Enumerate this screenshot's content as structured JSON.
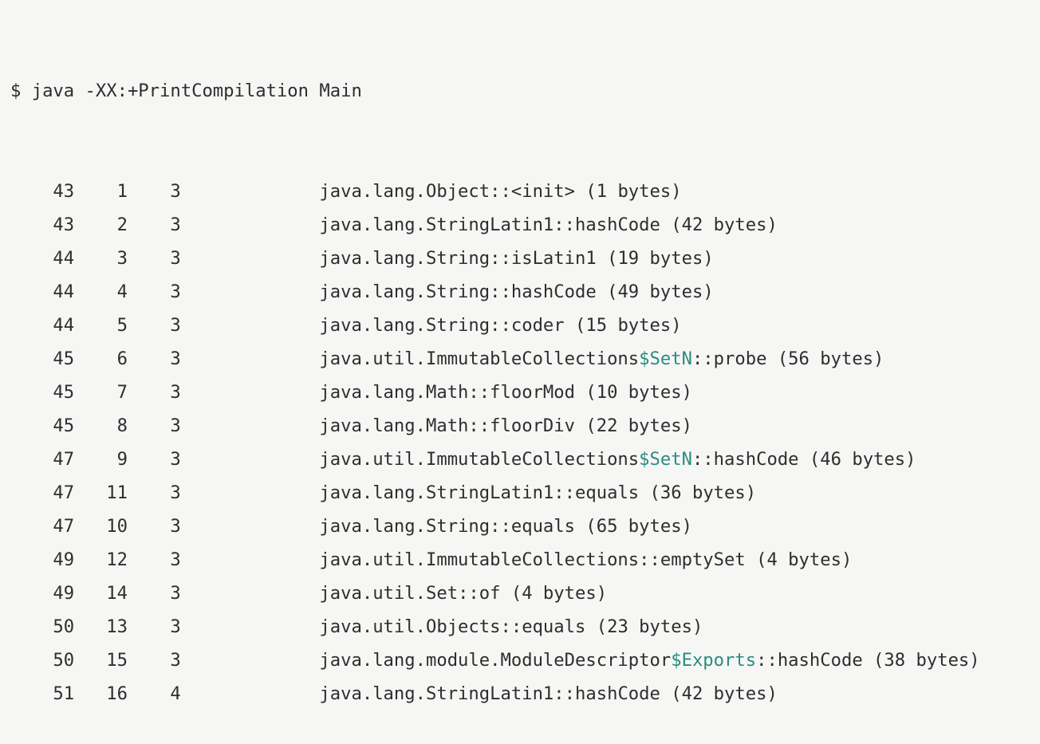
{
  "terminal": {
    "background_color": "#f6f6f5",
    "text_color": "#2e2e2e",
    "accent_color": "#2a8c80",
    "prompt_symbol": "$",
    "command": "java -XX:+PrintCompilation Main",
    "command_line": "$ java -XX:+PrintCompilation Main",
    "column_widths": {
      "timestamp": 6,
      "compile_id": 5,
      "tier": 5,
      "gap_before_method": 13
    },
    "rows": [
      {
        "timestamp": "43",
        "compile_id": "1",
        "tier": "3",
        "method_prefix": "java.lang.Object",
        "nested_class": "",
        "method_suffix": "::<init>",
        "attrs": " (1 bytes)"
      },
      {
        "timestamp": "43",
        "compile_id": "2",
        "tier": "3",
        "method_prefix": "java.lang.StringLatin1",
        "nested_class": "",
        "method_suffix": "::hashCode",
        "attrs": " (42 bytes)"
      },
      {
        "timestamp": "44",
        "compile_id": "3",
        "tier": "3",
        "method_prefix": "java.lang.String",
        "nested_class": "",
        "method_suffix": "::isLatin1",
        "attrs": " (19 bytes)"
      },
      {
        "timestamp": "44",
        "compile_id": "4",
        "tier": "3",
        "method_prefix": "java.lang.String",
        "nested_class": "",
        "method_suffix": "::hashCode",
        "attrs": " (49 bytes)"
      },
      {
        "timestamp": "44",
        "compile_id": "5",
        "tier": "3",
        "method_prefix": "java.lang.String",
        "nested_class": "",
        "method_suffix": "::coder",
        "attrs": " (15 bytes)"
      },
      {
        "timestamp": "45",
        "compile_id": "6",
        "tier": "3",
        "method_prefix": "java.util.ImmutableCollections",
        "nested_class": "$SetN",
        "method_suffix": "::probe",
        "attrs": " (56 bytes)"
      },
      {
        "timestamp": "45",
        "compile_id": "7",
        "tier": "3",
        "method_prefix": "java.lang.Math",
        "nested_class": "",
        "method_suffix": "::floorMod",
        "attrs": " (10 bytes)"
      },
      {
        "timestamp": "45",
        "compile_id": "8",
        "tier": "3",
        "method_prefix": "java.lang.Math",
        "nested_class": "",
        "method_suffix": "::floorDiv",
        "attrs": " (22 bytes)"
      },
      {
        "timestamp": "47",
        "compile_id": "9",
        "tier": "3",
        "method_prefix": "java.util.ImmutableCollections",
        "nested_class": "$SetN",
        "method_suffix": "::hashCode",
        "attrs": " (46 bytes)"
      },
      {
        "timestamp": "47",
        "compile_id": "11",
        "tier": "3",
        "method_prefix": "java.lang.StringLatin1",
        "nested_class": "",
        "method_suffix": "::equals",
        "attrs": " (36 bytes)"
      },
      {
        "timestamp": "47",
        "compile_id": "10",
        "tier": "3",
        "method_prefix": "java.lang.String",
        "nested_class": "",
        "method_suffix": "::equals",
        "attrs": " (65 bytes)"
      },
      {
        "timestamp": "49",
        "compile_id": "12",
        "tier": "3",
        "method_prefix": "java.util.ImmutableCollections",
        "nested_class": "",
        "method_suffix": "::emptySet",
        "attrs": " (4 bytes)"
      },
      {
        "timestamp": "49",
        "compile_id": "14",
        "tier": "3",
        "method_prefix": "java.util.Set",
        "nested_class": "",
        "method_suffix": "::of",
        "attrs": " (4 bytes)"
      },
      {
        "timestamp": "50",
        "compile_id": "13",
        "tier": "3",
        "method_prefix": "java.util.Objects",
        "nested_class": "",
        "method_suffix": "::equals",
        "attrs": " (23 bytes)"
      },
      {
        "timestamp": "50",
        "compile_id": "15",
        "tier": "3",
        "method_prefix": "java.lang.module.ModuleDescriptor",
        "nested_class": "$Exports",
        "method_suffix": "::hashCode",
        "attrs": " (38 bytes)"
      },
      {
        "timestamp": "51",
        "compile_id": "16",
        "tier": "4",
        "method_prefix": "java.lang.StringLatin1",
        "nested_class": "",
        "method_suffix": "::hashCode",
        "attrs": " (42 bytes)"
      }
    ]
  }
}
